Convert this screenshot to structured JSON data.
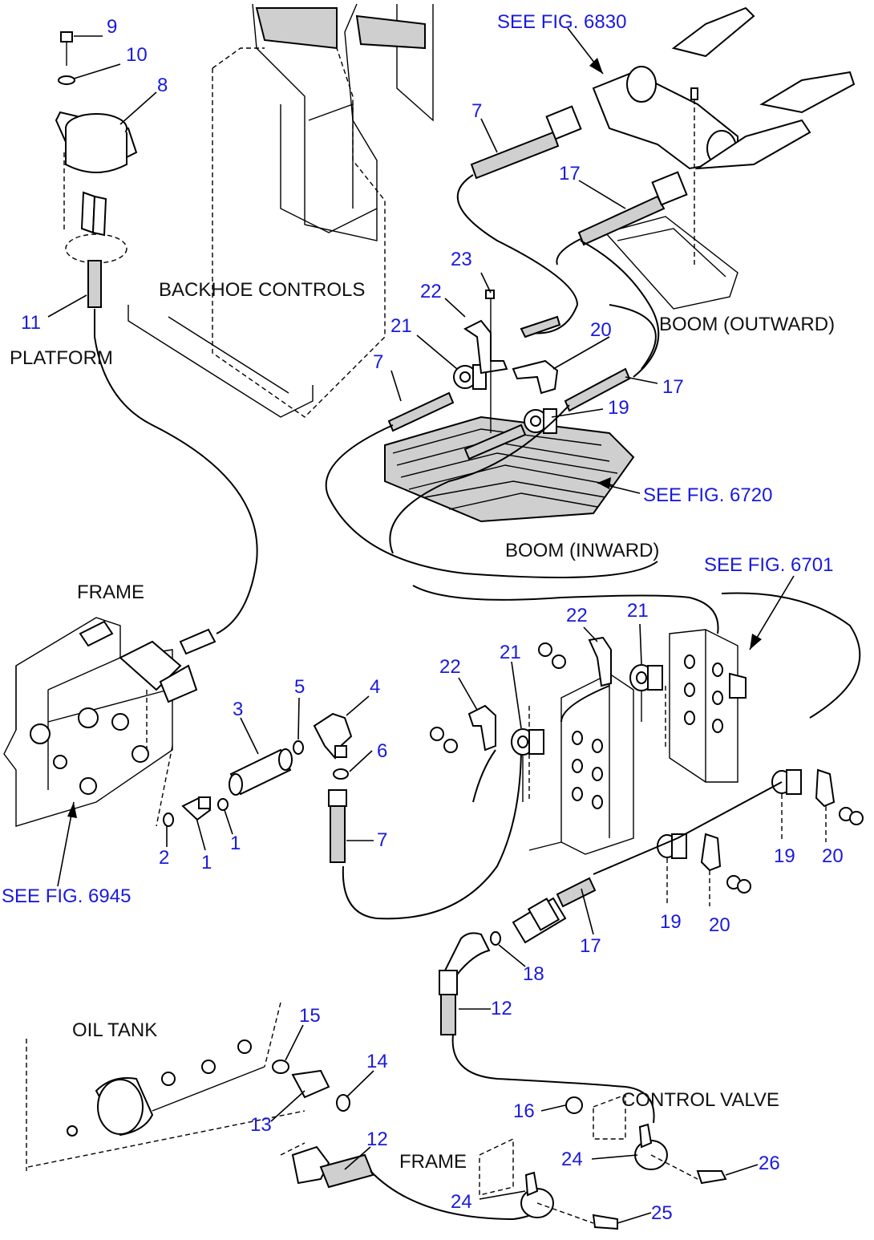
{
  "captions": {
    "platform": "PLATFORM",
    "backhoe_controls": "BACKHOE CONTROLS",
    "boom_outward": "BOOM (OUTWARD)",
    "boom_inward": "BOOM (INWARD)",
    "frame_top": "FRAME",
    "oil_tank": "OIL TANK",
    "control_valve": "CONTROL VALVE",
    "frame_bottom": "FRAME"
  },
  "references": {
    "fig_6830": "SEE FIG. 6830",
    "fig_6720": "SEE FIG. 6720",
    "fig_6701": "SEE FIG. 6701",
    "fig_6945": "SEE FIG. 6945"
  },
  "callouts": [
    {
      "id": "c9",
      "text": "9"
    },
    {
      "id": "c10",
      "text": "10"
    },
    {
      "id": "c8",
      "text": "8"
    },
    {
      "id": "c11",
      "text": "11"
    },
    {
      "id": "c7a",
      "text": "7"
    },
    {
      "id": "c17a",
      "text": "17"
    },
    {
      "id": "c23",
      "text": "23"
    },
    {
      "id": "c22a",
      "text": "22"
    },
    {
      "id": "c21a",
      "text": "21"
    },
    {
      "id": "c20a",
      "text": "20"
    },
    {
      "id": "c7b",
      "text": "7"
    },
    {
      "id": "c17b",
      "text": "17"
    },
    {
      "id": "c19a",
      "text": "19"
    },
    {
      "id": "c3",
      "text": "3"
    },
    {
      "id": "c5",
      "text": "5"
    },
    {
      "id": "c4",
      "text": "4"
    },
    {
      "id": "c6",
      "text": "6"
    },
    {
      "id": "c7c",
      "text": "7"
    },
    {
      "id": "c2",
      "text": "2"
    },
    {
      "id": "c1a",
      "text": "1"
    },
    {
      "id": "c1b",
      "text": "1"
    },
    {
      "id": "c22b",
      "text": "22"
    },
    {
      "id": "c21b",
      "text": "21"
    },
    {
      "id": "c22c",
      "text": "22"
    },
    {
      "id": "c21c",
      "text": "21"
    },
    {
      "id": "c19b",
      "text": "19"
    },
    {
      "id": "c20b",
      "text": "20"
    },
    {
      "id": "c19c",
      "text": "19"
    },
    {
      "id": "c20c",
      "text": "20"
    },
    {
      "id": "c17c",
      "text": "17"
    },
    {
      "id": "c18",
      "text": "18"
    },
    {
      "id": "c12a",
      "text": "12"
    },
    {
      "id": "c15",
      "text": "15"
    },
    {
      "id": "c14",
      "text": "14"
    },
    {
      "id": "c13",
      "text": "13"
    },
    {
      "id": "c12b",
      "text": "12"
    },
    {
      "id": "c16",
      "text": "16"
    },
    {
      "id": "c24a",
      "text": "24"
    },
    {
      "id": "c24b",
      "text": "24"
    },
    {
      "id": "c26",
      "text": "26"
    },
    {
      "id": "c25",
      "text": "25"
    }
  ],
  "colors": {
    "callout": "#1a1adb",
    "caption": "#111111",
    "line": "#000000",
    "background": "#ffffff"
  }
}
